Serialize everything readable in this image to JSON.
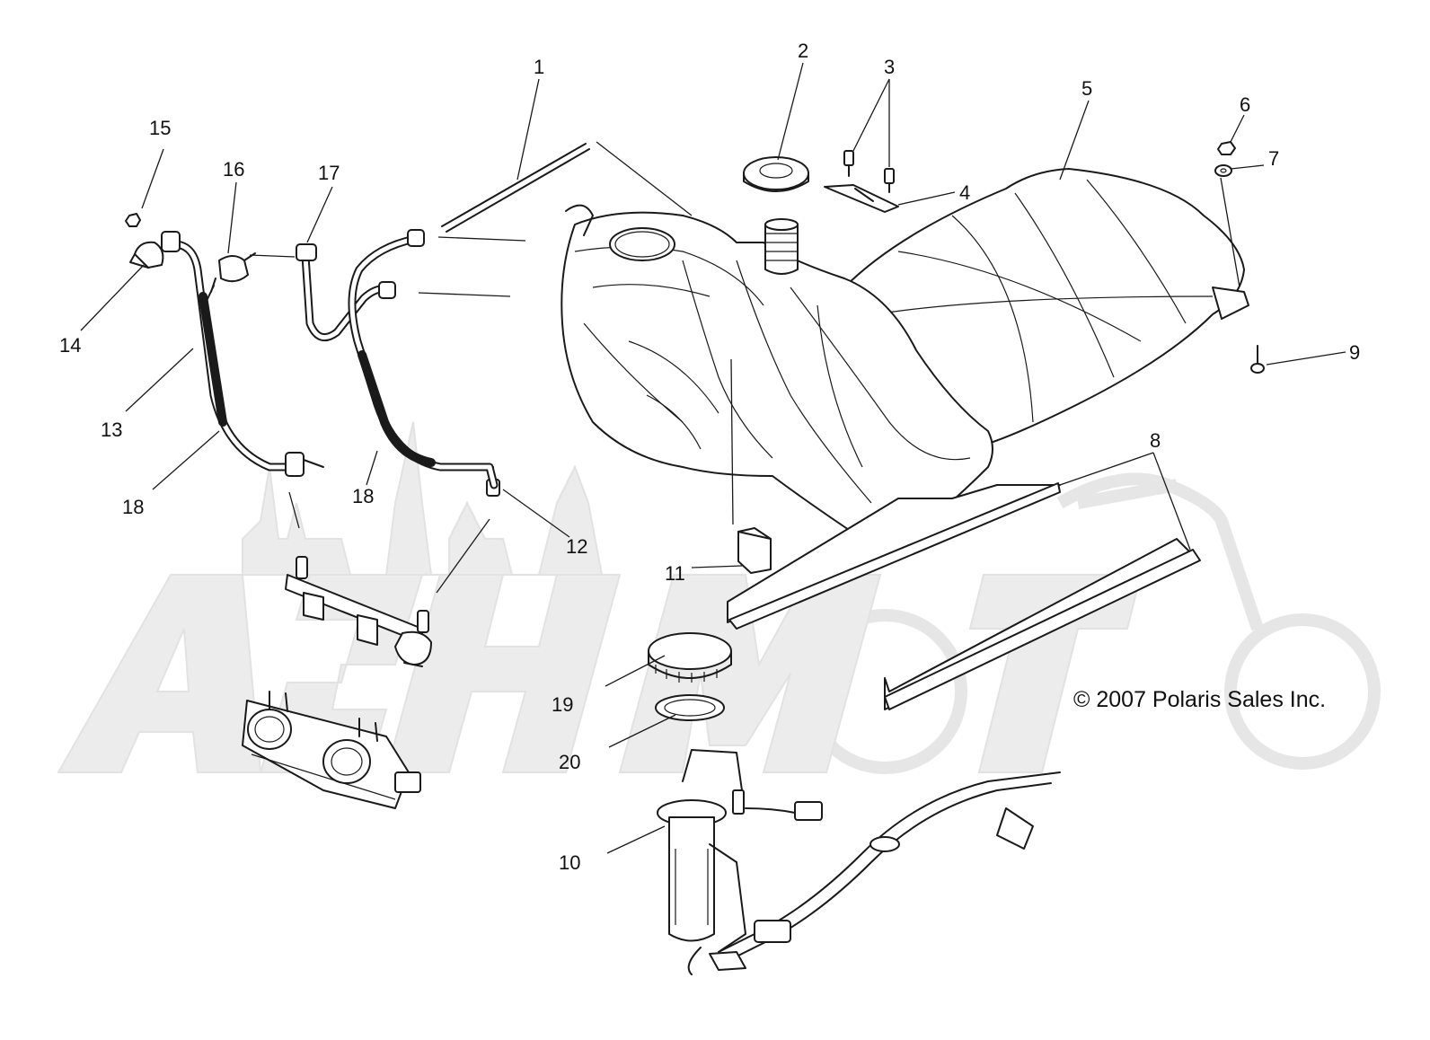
{
  "callouts": [
    "1",
    "2",
    "3",
    "4",
    "5",
    "6",
    "7",
    "8",
    "9",
    "10",
    "11",
    "12",
    "13",
    "14",
    "15",
    "16",
    "17",
    "18",
    "18",
    "19",
    "20"
  ],
  "copyright": "© 2007 Polaris Sales Inc.",
  "watermark": "AshMoto"
}
